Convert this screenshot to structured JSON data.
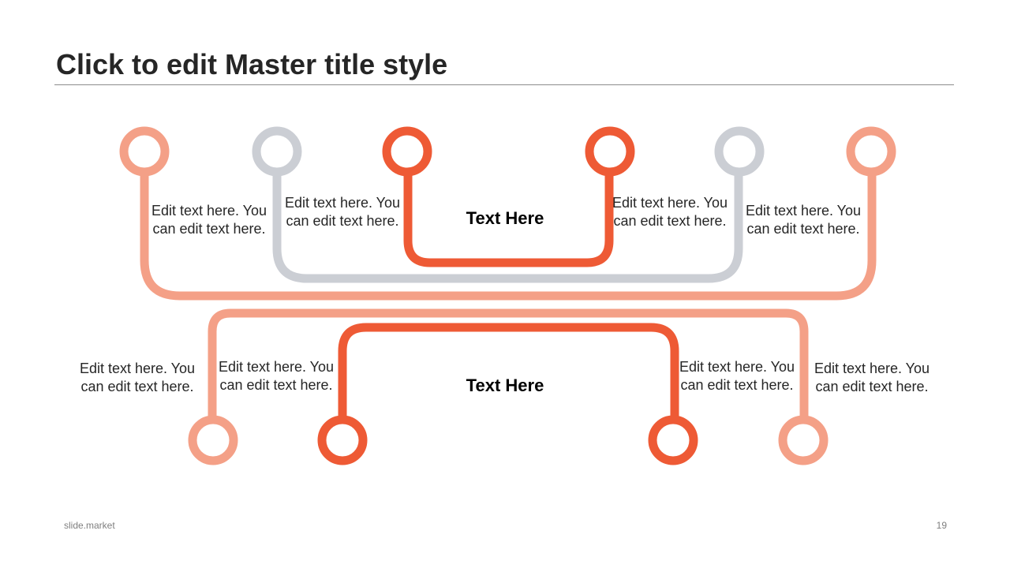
{
  "slide": {
    "title": "Click to edit Master title style",
    "footer_left": "slide.market",
    "page_number": "19"
  },
  "colors": {
    "salmon": "#f4a087",
    "gray": "#cbced4",
    "orange": "#ee5a35"
  },
  "diagram": {
    "top_center_label": "Text Here",
    "bottom_center_label": "Text Here",
    "top_texts": [
      "Edit text here. You can edit text here.",
      "Edit text here. You can edit text here.",
      "Edit text here. You can edit text here.",
      "Edit text here. You can edit text here."
    ],
    "bottom_texts": [
      "Edit text here. You can edit text here.",
      "Edit text here. You can edit text here.",
      "Edit text here. You can edit text here.",
      "Edit text here. You can edit text here."
    ]
  }
}
